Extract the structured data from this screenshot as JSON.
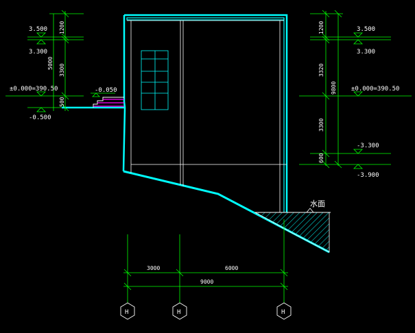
{
  "colors": {
    "background": "#000000",
    "dimension": "#00ff00",
    "wall": "#00ffff",
    "detail": "#ffffff",
    "step": "#ff00ff",
    "text": "#ffffff",
    "hatch": "#00ffff"
  },
  "left_elevations": {
    "top": "3.500",
    "upper": "3.300",
    "ground": "±0.000=390.50",
    "bottom": "-0.500"
  },
  "right_elevations": {
    "top": "3.500",
    "upper": "3.300",
    "ground": "±0.000=390.50",
    "lower": "-3.300",
    "bottom": "-3.900"
  },
  "left_dims": {
    "d1": "1200",
    "d2": "3300",
    "total": "5000",
    "d3": "500"
  },
  "right_dims": {
    "d1": "1200",
    "d2": "3320",
    "total": "9800",
    "d3": "3300",
    "d4": "600"
  },
  "step_level": "-0.050",
  "water_label": "水面",
  "bottom_dims": {
    "left": "3000",
    "right": "6000",
    "total": "9000"
  },
  "axes": [
    "H",
    "H",
    "H"
  ]
}
